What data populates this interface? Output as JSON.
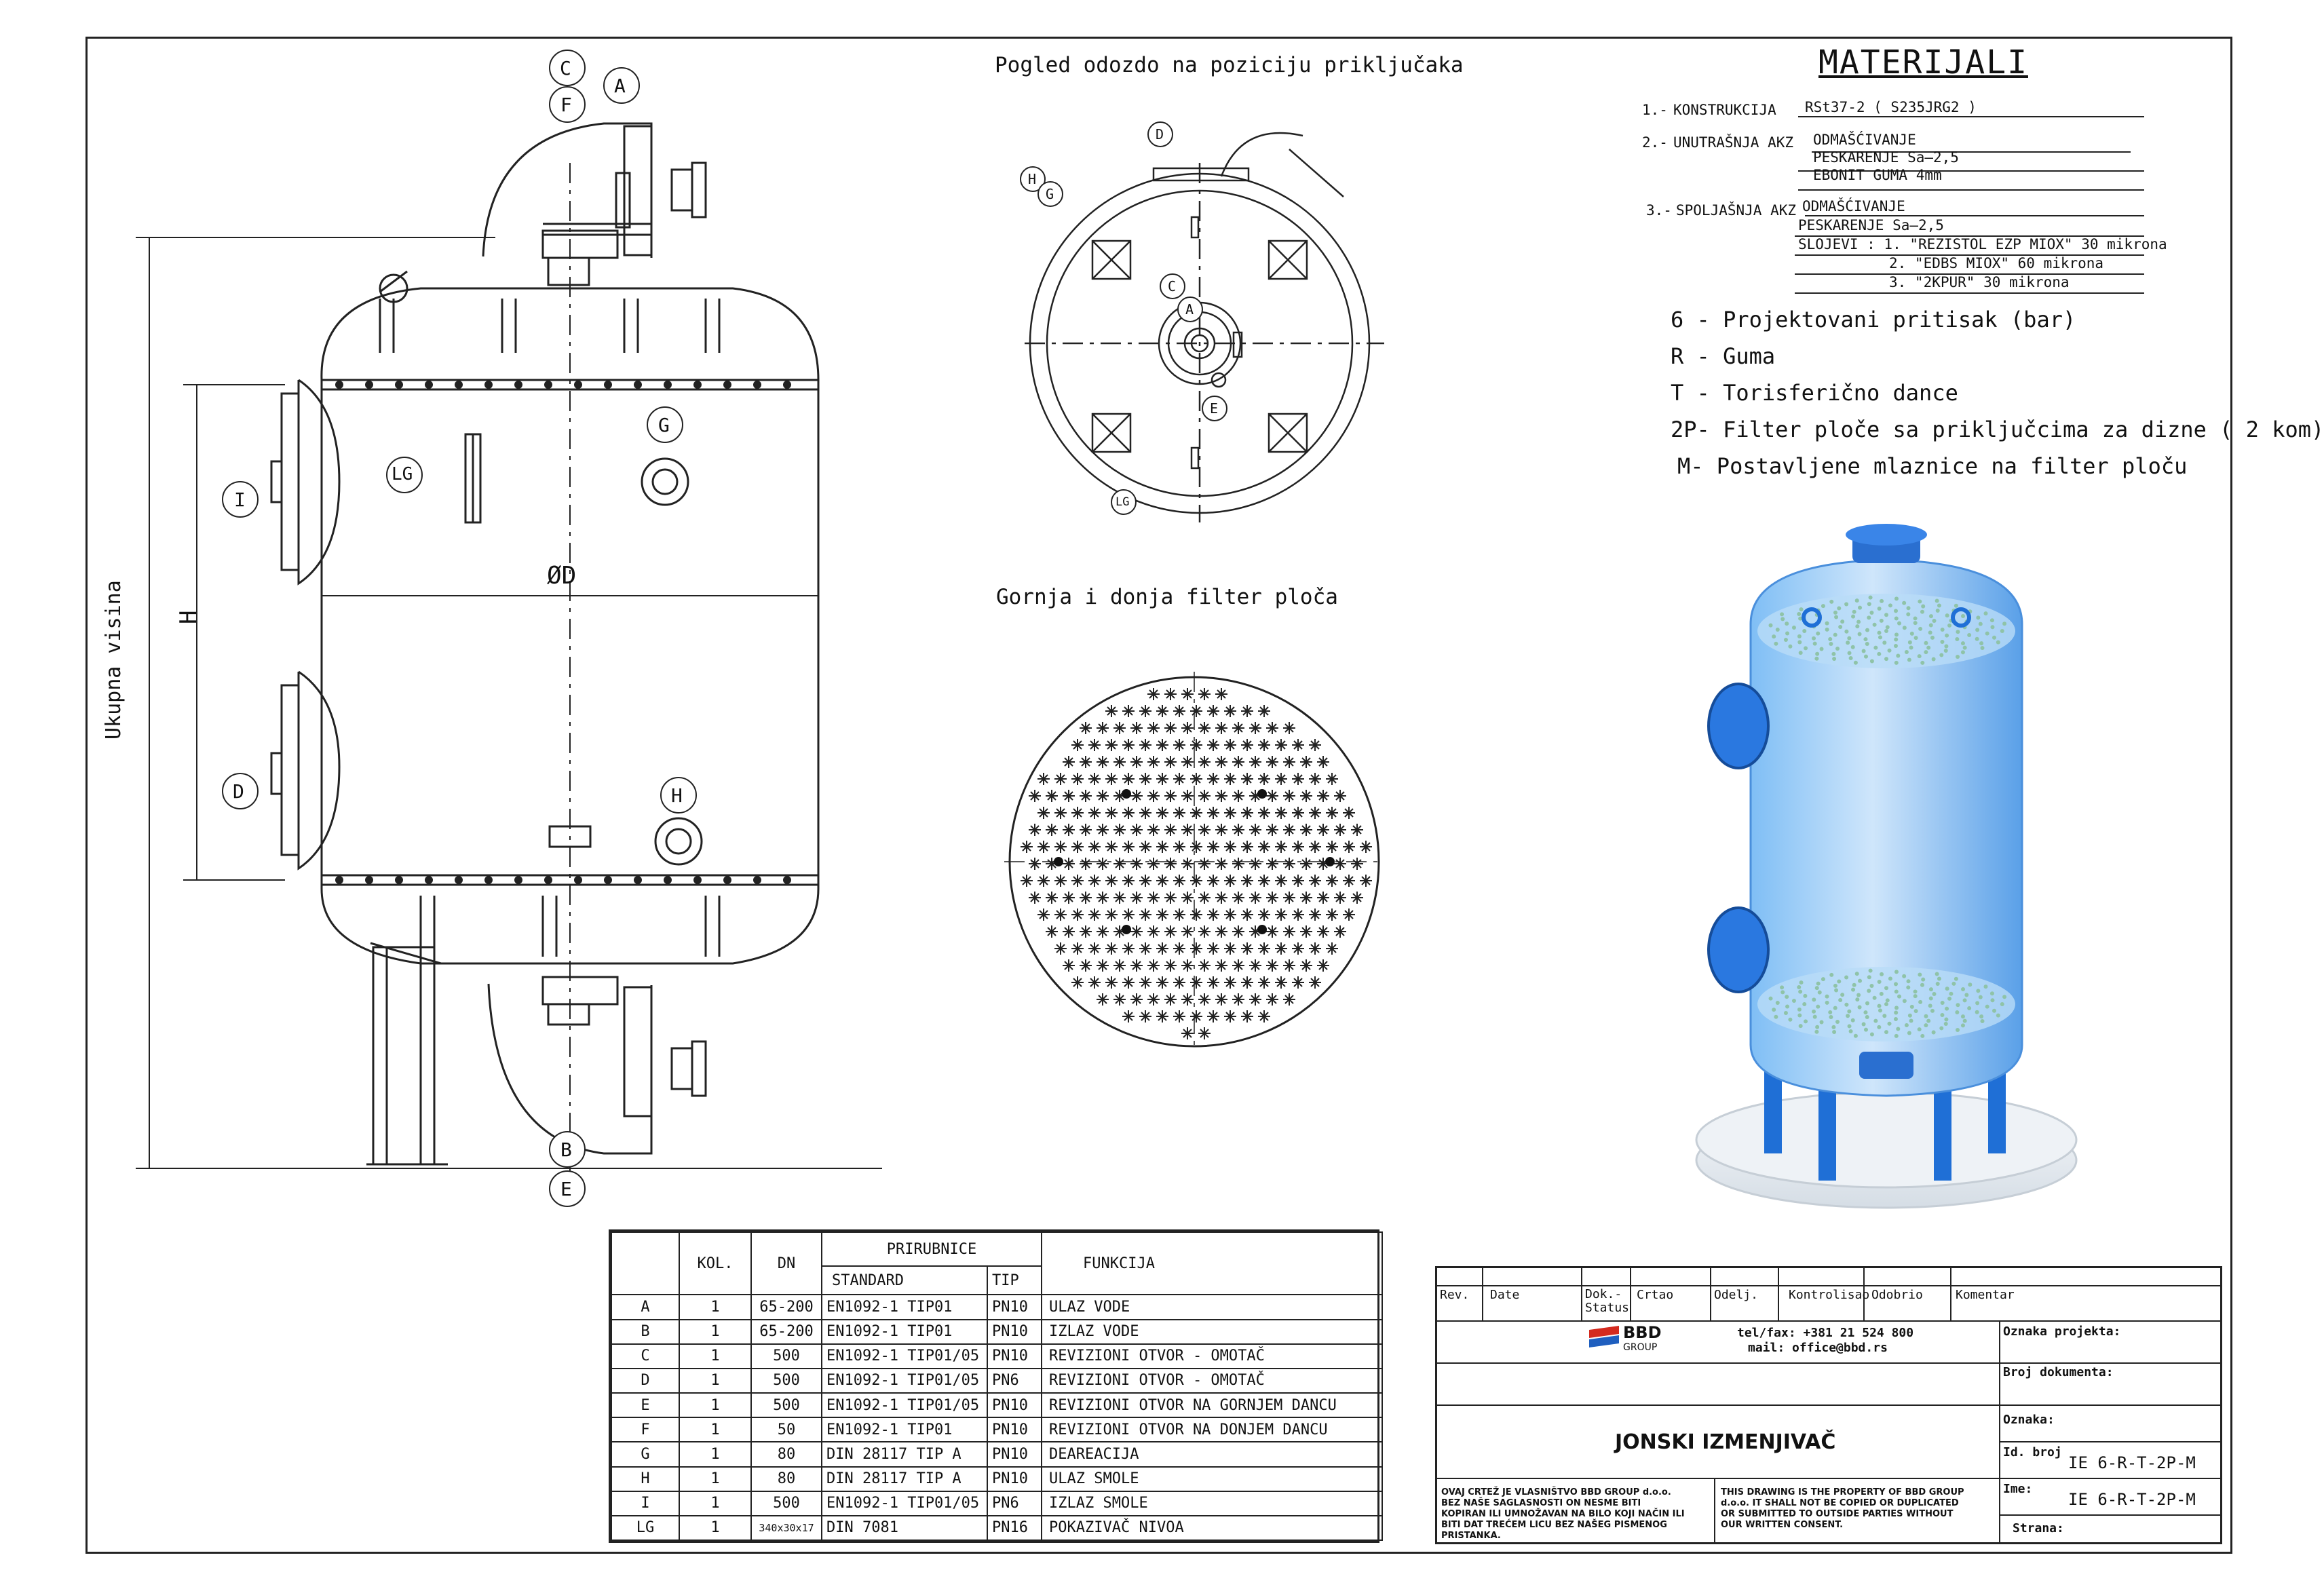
{
  "views": {
    "top_view_title": "Pogled odozdo na poziciju priključaka",
    "plate_view_title": "Gornja i donja filter ploča",
    "dimension_total_height": "Ukupna visina",
    "dimension_h": "H",
    "dimension_diameter": "ØD"
  },
  "callouts": {
    "main": [
      "C",
      "F",
      "A",
      "I",
      "LG",
      "G",
      "D",
      "H",
      "B",
      "E"
    ],
    "top_view": [
      "D",
      "H",
      "G",
      "C",
      "A",
      "E",
      "LG"
    ]
  },
  "materials": {
    "title": "MATERIJALI",
    "items": [
      {
        "num": "1.-",
        "label": "KONSTRUKCIJA",
        "lines": [
          "RSt37-2 ( S235JRG2 )"
        ]
      },
      {
        "num": "2.-",
        "label": "UNUTRAŠNJA AKZ",
        "lines": [
          "ODMAŠĆIVANJE",
          "PESKARENJE  Sa—2,5",
          "EBONIT  GUMA  4mm"
        ]
      },
      {
        "num": "3.-",
        "label": "SPOLJAŠNJA AKZ",
        "lines": [
          "ODMAŠĆIVANJE",
          "PESKARENJE  Sa—2,5",
          "SLOJEVI  :  1. \"REZISTOL  EZP  MIOX\"  30  mikrona",
          "2. \"EDBS  MIOX\"  60  mikrona",
          "3. \"2KPUR\"  30  mikrona"
        ]
      }
    ]
  },
  "notes": [
    "6 - Projektovani pritisak (bar)",
    "R - Guma",
    "T - Torisferično dance",
    "2P- Filter ploče sa priključcima za dizne ( 2 kom)",
    "M- Postavljene mlaznice na filter ploču"
  ],
  "flange_table": {
    "header_group": "PRIRUBNICE",
    "headers": {
      "kol": "KOL.",
      "dn": "DN",
      "standard": "STANDARD",
      "tip": "TIP",
      "funkcija": "FUNKCIJA"
    },
    "rows": [
      {
        "id": "A",
        "kol": "1",
        "dn": "65-200",
        "standard": "EN1092-1 TIP01",
        "tip": "PN10",
        "funkcija": "ULAZ VODE"
      },
      {
        "id": "B",
        "kol": "1",
        "dn": "65-200",
        "standard": "EN1092-1 TIP01",
        "tip": "PN10",
        "funkcija": "IZLAZ VODE"
      },
      {
        "id": "C",
        "kol": "1",
        "dn": "500",
        "standard": "EN1092-1 TIP01/05",
        "tip": "PN10",
        "funkcija": "REVIZIONI OTVOR - OMOTAČ"
      },
      {
        "id": "D",
        "kol": "1",
        "dn": "500",
        "standard": "EN1092-1 TIP01/05",
        "tip": "PN6",
        "funkcija": "REVIZIONI OTVOR - OMOTAČ"
      },
      {
        "id": "E",
        "kol": "1",
        "dn": "500",
        "standard": "EN1092-1 TIP01/05",
        "tip": "PN10",
        "funkcija": "REVIZIONI OTVOR  NA GORNJEM DANCU"
      },
      {
        "id": "F",
        "kol": "1",
        "dn": "50",
        "standard": "EN1092-1 TIP01",
        "tip": "PN10",
        "funkcija": "REVIZIONI OTVOR  NA DONJEM DANCU"
      },
      {
        "id": "G",
        "kol": "1",
        "dn": "80",
        "standard": "DIN 28117 TIP A",
        "tip": "PN10",
        "funkcija": "DEAREACIJA"
      },
      {
        "id": "H",
        "kol": "1",
        "dn": "80",
        "standard": "DIN 28117 TIP A",
        "tip": "PN10",
        "funkcija": "ULAZ SMOLE"
      },
      {
        "id": "I",
        "kol": "1",
        "dn": "500",
        "standard": "EN1092-1 TIP01/05",
        "tip": "PN6",
        "funkcija": "IZLAZ SMOLE"
      },
      {
        "id": "LG",
        "kol": "1",
        "dn": "340x30x17",
        "standard": "DIN 7081",
        "tip": "PN16",
        "funkcija": "POKAZIVAČ NIVOA"
      }
    ]
  },
  "title_block": {
    "headers": [
      "Rev.",
      "Date",
      "Dok.-Status",
      "Crtao",
      "Odelj.",
      "Kontrolisao",
      "Odobrio",
      "Komentar"
    ],
    "company": "BBD",
    "company_sub": "GROUP",
    "contact_phone": "tel/fax: +381 21 524 800",
    "contact_mail": "mail: office@bbd.rs",
    "drawing_title": "JONSKI IZMENJIVAČ",
    "fields": {
      "oznaka_projekta": "Oznaka projekta:",
      "broj_dokumenta": "Broj dokumenta:",
      "oznaka": "Oznaka:",
      "id_broj_label": "Id. broj",
      "id_broj": "IE 6-R-T-2P-M",
      "ime_label": "Ime:",
      "ime": "IE 6-R-T-2P-M",
      "strana": "Strana:"
    },
    "legal_sr": "OVAJ CRTEŽ JE VLASNIŠTVO BBD GROUP d.o.o. BEZ NAŠE SAGLASNOSTI ON NESME BITI KOPIRAN ILI UMNOŽAVAN NA BILO KOJI NAČIN ILI BITI DAT TREĆEM LICU BEZ NAŠEG PISMENOG PRISTANKA.",
    "legal_en": "THIS DRAWING IS THE PROPERTY OF BBD GROUP d.o.o. IT SHALL NOT BE COPIED OR DUPLICATED OR SUBMITTED TO OUTSIDE PARTIES WITHOUT OUR WRITTEN CONSENT."
  },
  "colors": {
    "ink": "#222222",
    "tank_blue": "#5aa8ee",
    "tank_dark": "#1f6fd6",
    "logo_red": "#d42a1e",
    "logo_blue": "#1f5fbf"
  }
}
